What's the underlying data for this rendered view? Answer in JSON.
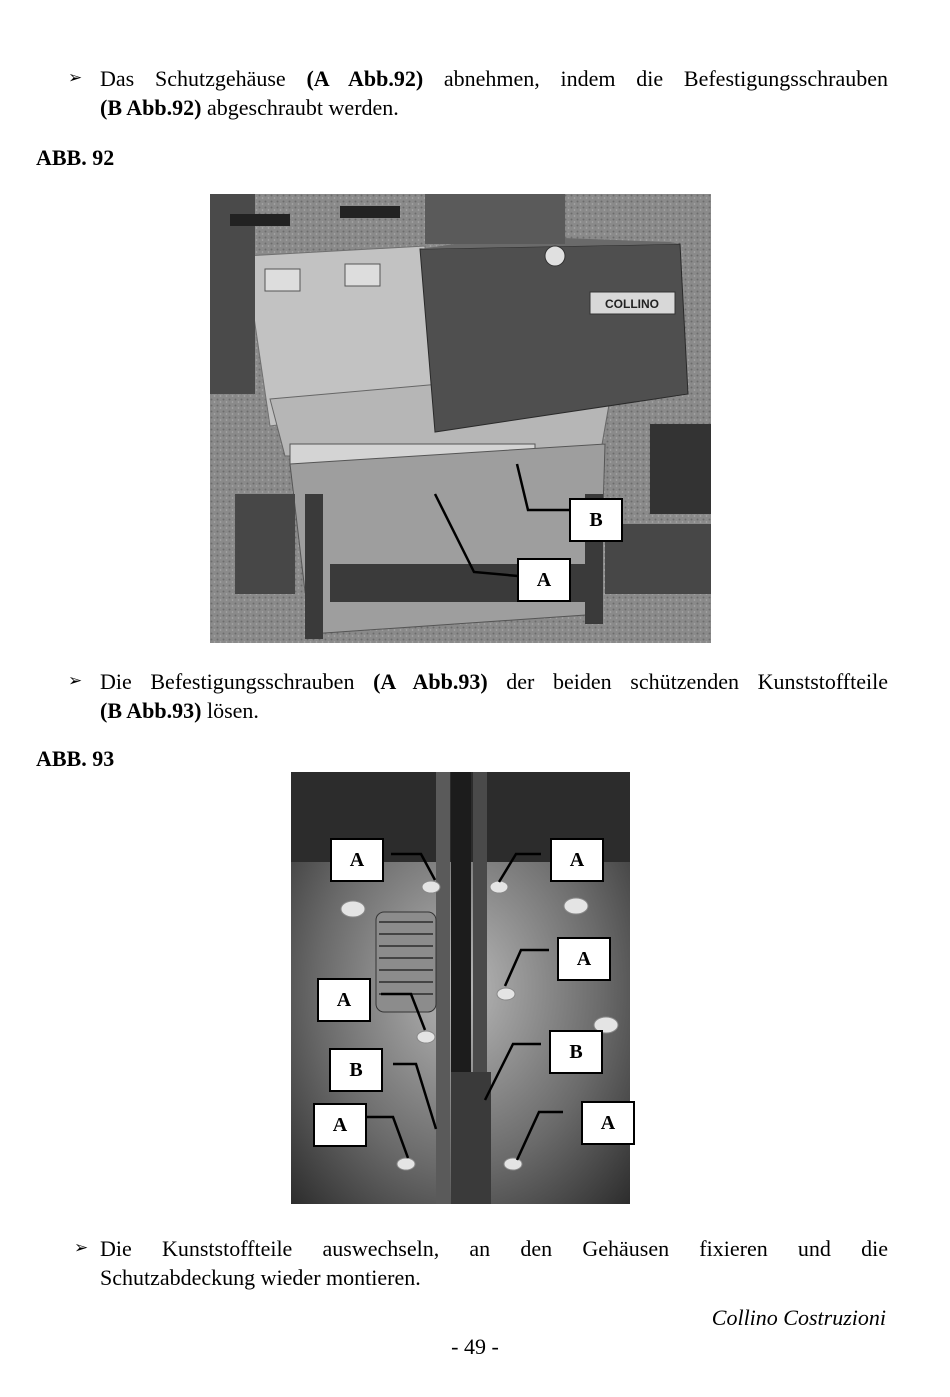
{
  "step1": {
    "a": "Das Schutzgehäuse ",
    "b": "(A Abb.92)",
    "c": " abnehmen, indem die Befestigungsschrauben ",
    "d": "(B Abb.92)",
    "e": " abgeschraubt werden."
  },
  "fig92": {
    "label": "ABB. 92",
    "callouts": [
      "B",
      "A"
    ],
    "logo": "COLLINO"
  },
  "step2": {
    "a": "Die Befestigungsschrauben ",
    "b": "(A Abb.93)",
    "c": " der beiden schützenden Kunststoffteile ",
    "d": "(B Abb.93)",
    "e": " lösen."
  },
  "fig93": {
    "label": "ABB. 93",
    "callouts": [
      "A",
      "A",
      "A",
      "A",
      "B",
      "B",
      "A",
      "A"
    ]
  },
  "step3": {
    "line1": "Die Kunststoffteile auswechseln, an den Gehäusen fixieren und die",
    "line2": "Schutzabdeckung wieder montieren."
  },
  "footer": {
    "brand": "Collino Costruzioni",
    "page": "- 49 -"
  }
}
